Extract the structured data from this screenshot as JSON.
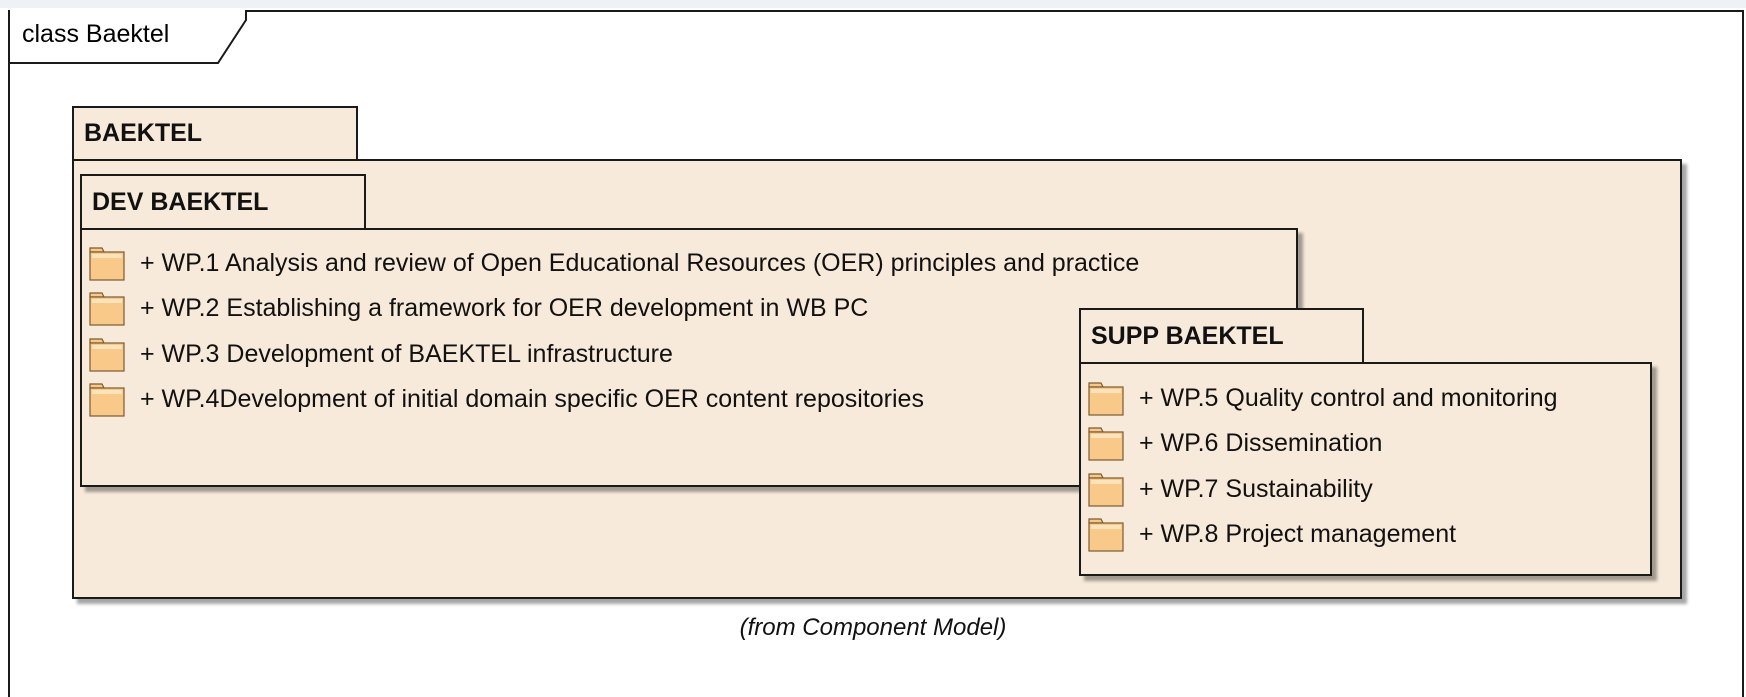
{
  "frame": {
    "title": "class Baektel"
  },
  "packages": {
    "baektel": {
      "name": "BAEKTEL"
    },
    "dev": {
      "name": "DEV BAEKTEL",
      "items": [
        "+ WP.1 Analysis and review of Open Educational Resources (OER) principles and practice",
        "+ WP.2 Establishing a framework for OER development in WB PC",
        "+ WP.3 Development of BAEKTEL infrastructure",
        "+ WP.4Development of initial domain specific OER content repositories"
      ]
    },
    "supp": {
      "name": "SUPP BAEKTEL",
      "items": [
        "+ WP.5 Quality control and monitoring",
        "+ WP.6 Dissemination",
        "+ WP.7 Sustainability",
        "+ WP.8 Project management"
      ]
    }
  },
  "caption": "(from Component Model)",
  "colors": {
    "package_fill": "#f7eadb",
    "folder_fill": "#f9c98a",
    "outline": "#1a1a1a"
  },
  "icons": {
    "package_item": "folder-icon"
  }
}
